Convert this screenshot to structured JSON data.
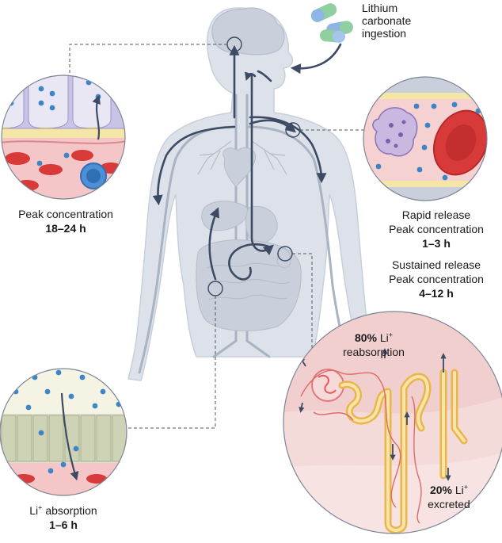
{
  "labels": {
    "pill_line1": "Lithium",
    "pill_line2": "carbonate",
    "pill_line3": "ingestion",
    "brain_peak_label": "Peak concentration",
    "brain_peak_time": "18–24 h",
    "rapid_line1": "Rapid release",
    "rapid_line2": "Peak concentration",
    "rapid_time": "1–3 h",
    "sustained_line1": "Sustained release",
    "sustained_line2": "Peak concentration",
    "sustained_time": "4–12 h",
    "absorption_prefix": "Li",
    "absorption_sup": "+",
    "absorption_suffix": " absorption",
    "absorption_time": "1–6 h",
    "reabsorption_pct": "80%",
    "reabsorption_ion": " Li",
    "reabsorption_sup": "+",
    "reabsorption_word": "reabsorption",
    "excreted_pct": "20%",
    "excreted_ion": " Li",
    "excreted_sup": "+",
    "excreted_word": "excreted"
  },
  "colors": {
    "body": "#dde2ea",
    "body_outline": "#c8cfda",
    "organ": "#c9d0db",
    "vessel": "#a9b3c2",
    "arrow": "#3d4a63",
    "lithium_dot": "#3a86c8",
    "tissue_pink": "#f5c6c8",
    "rbc": "#d83a3a",
    "kidney_tubule": "#f6d77a",
    "kidney_bg": "#f1cfcf",
    "pill_green": "#8fcfa0",
    "pill_blue": "#8eb6e4"
  }
}
